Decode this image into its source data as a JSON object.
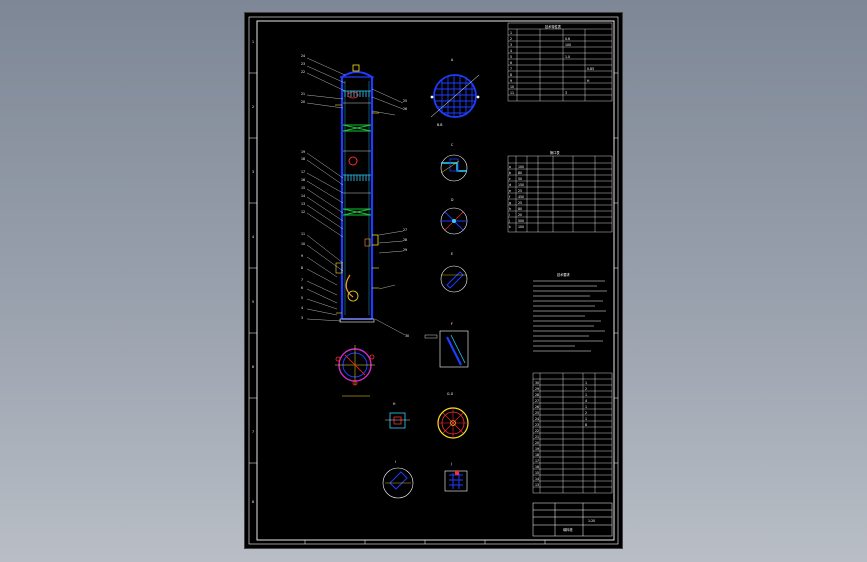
{
  "drawing": {
    "colors": {
      "background": "#000000",
      "frame": "#ffffff",
      "vessel": "#1e3cff",
      "packing": "#19c23a",
      "nozzle": "#ff2b2b",
      "accent": "#ffe020",
      "magenta": "#d12ad1",
      "cyan": "#2fd0ff"
    },
    "tech_notes_title": "技术要求",
    "nozzle_table_title": "管口表",
    "design_table_title": "设计数据表",
    "view_labels": [
      "A",
      "B-B",
      "C",
      "D",
      "E",
      "F",
      "G-G",
      "H",
      "I"
    ]
  }
}
